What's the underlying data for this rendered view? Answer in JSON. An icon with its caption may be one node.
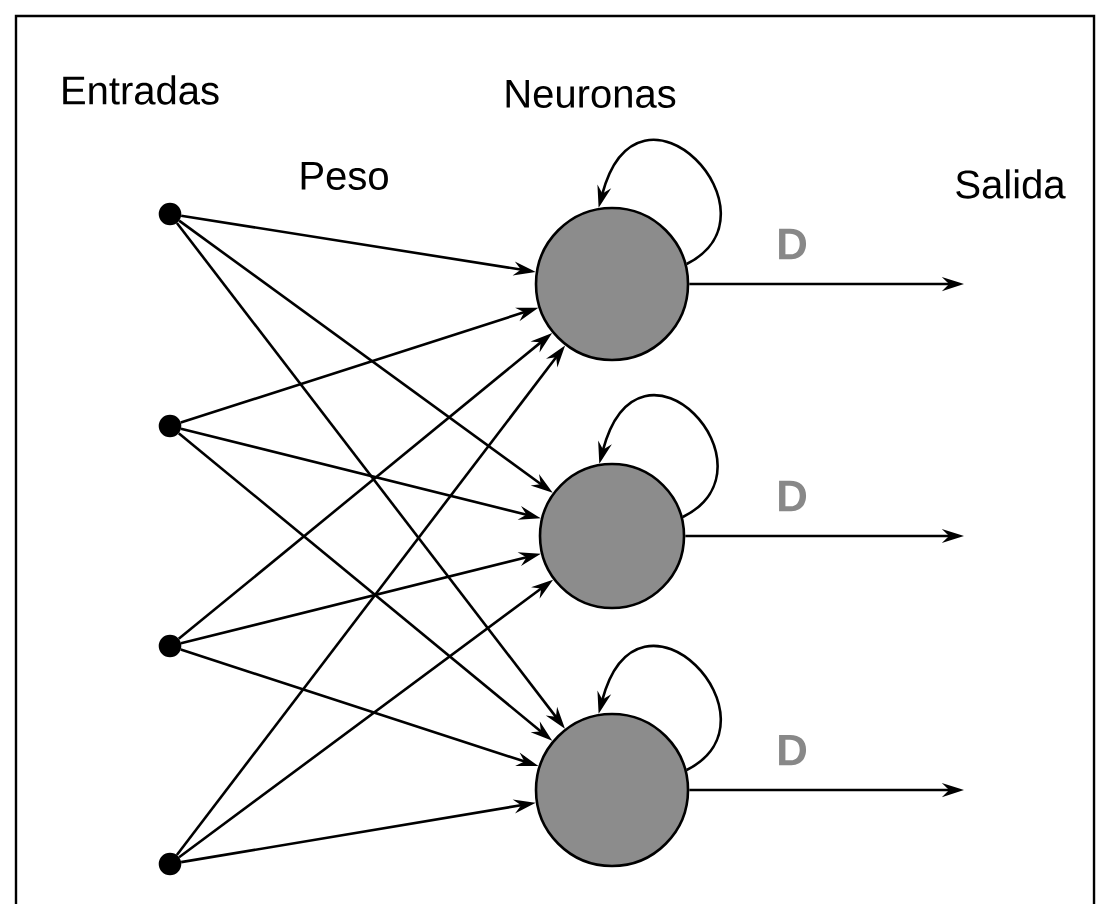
{
  "diagram": {
    "nodes": [
      {
        "text": [],
        "shape": "circle"
      },
      {
        "text": [],
        "shape": "circle"
      },
      {
        "text": [],
        "shape": "circle"
      },
      {
        "text": [],
        "shape": "circle"
      },
      {
        "text": [],
        "shape": "circle"
      },
      {
        "text": [],
        "shape": "circle"
      },
      {
        "text": [],
        "shape": "circle"
      }
    ],
    "edges": [
      {
        "from": 0,
        "to": 4,
        "arrow": "to"
      },
      {
        "from": 0,
        "to": 5,
        "arrow": "to"
      },
      {
        "from": 0,
        "to": 6,
        "arrow": "to"
      },
      {
        "from": 1,
        "to": 4,
        "arrow": "to"
      },
      {
        "from": 1,
        "to": 5,
        "arrow": "to"
      },
      {
        "from": 1,
        "to": 6,
        "arrow": "to"
      },
      {
        "from": 2,
        "to": 4,
        "arrow": "to"
      },
      {
        "from": 2,
        "to": 5,
        "arrow": "to"
      },
      {
        "from": 2,
        "to": 6,
        "arrow": "to"
      },
      {
        "from": 3,
        "to": 4,
        "arrow": "to"
      },
      {
        "from": 3,
        "to": 5,
        "arrow": "to"
      },
      {
        "from": 3,
        "to": 6,
        "arrow": "to"
      },
      {
        "from": 4,
        "to": 4,
        "arrow": "to",
        "label": "D"
      },
      {
        "from": 5,
        "to": 5,
        "arrow": "to",
        "label": "D"
      },
      {
        "from": 6,
        "to": 6,
        "arrow": "to",
        "label": "D"
      },
      {
        "from": 4,
        "to": null,
        "arrow": "to"
      },
      {
        "from": 5,
        "to": null,
        "arrow": "to"
      },
      {
        "from": 6,
        "to": null,
        "arrow": "to"
      }
    ],
    "labels": [
      "Entradas",
      "Neuronas",
      "Peso",
      "Salida"
    ]
  }
}
